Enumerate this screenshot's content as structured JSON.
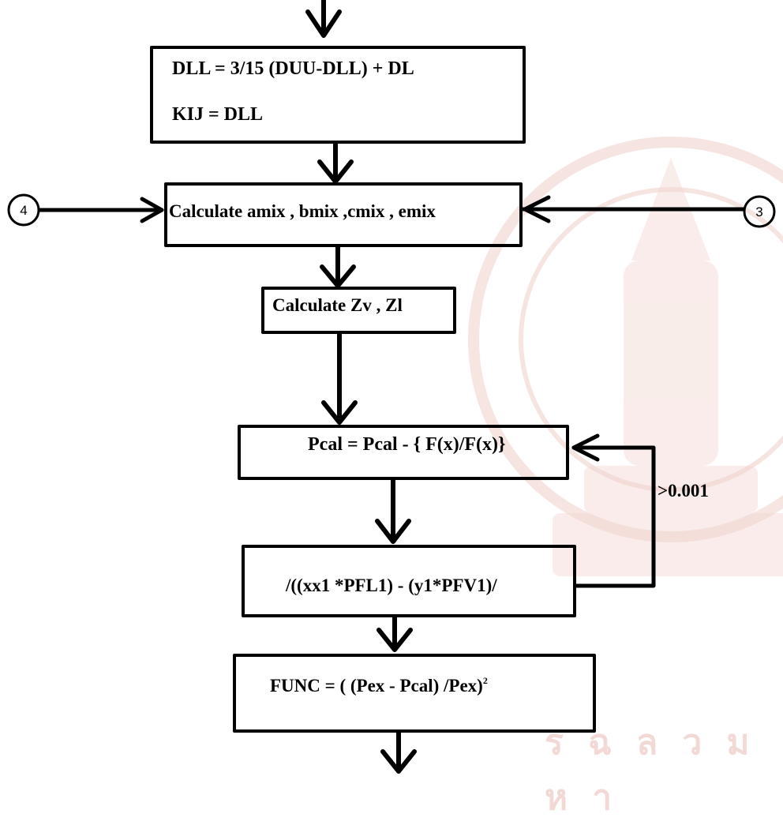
{
  "boxes": {
    "dll": {
      "line1": "DLL = 3/15 (DUU-DLL)  + DL",
      "line2": "KIJ  =  DLL"
    },
    "mix": {
      "text": "Calculate  amix , bmix ,cmix , emix"
    },
    "z": {
      "text": "Calculate  Zv , Zl"
    },
    "pcal": {
      "text": "Pcal  =  Pcal  - { F(x)/F(x)}"
    },
    "cond": {
      "text": "/((xx1 *PFL1) - (y1*PFV1)/"
    },
    "func": {
      "text": "FUNC  =  (  (Pex - Pcal)  /Pex)",
      "exponent": "2"
    }
  },
  "connectors": {
    "left": "4",
    "right": "3"
  },
  "loop_label": ">0.001",
  "watermark": {
    "text": "ร ฉ ล ว ม ห า",
    "colors": {
      "seal": "#f0cfca",
      "seal_dark": "#e7b7b0"
    }
  }
}
